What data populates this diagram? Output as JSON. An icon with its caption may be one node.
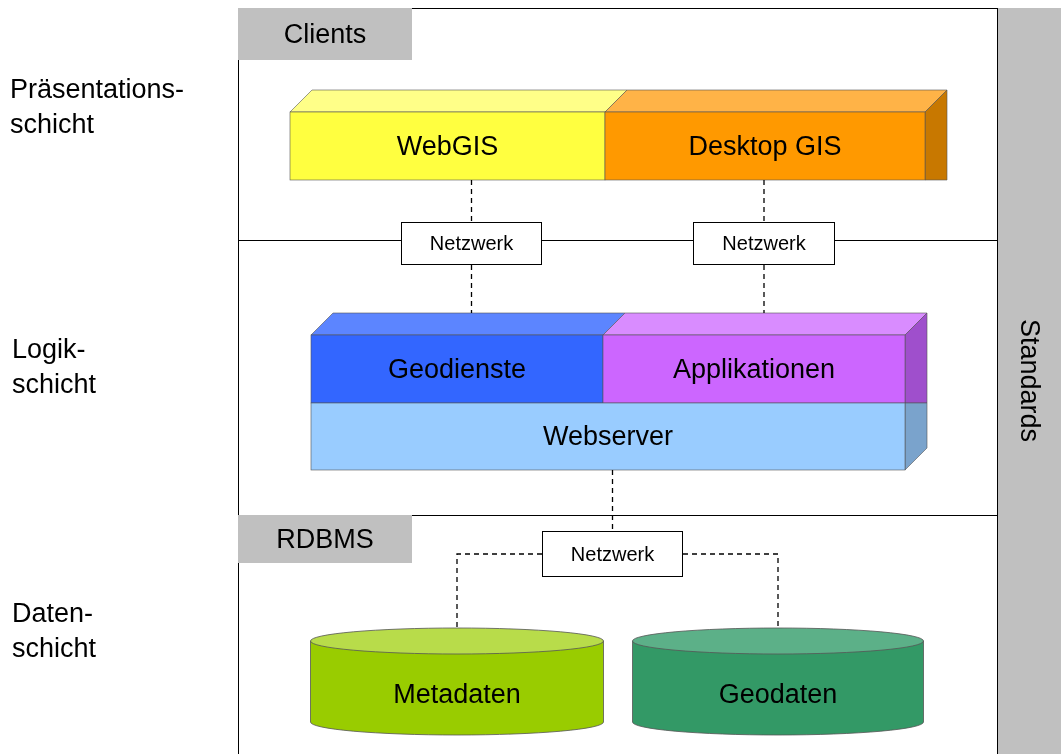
{
  "diagram": {
    "nodes": [
      {
        "text": [
          "Clients"
        ]
      },
      {
        "text": [
          "WebGIS"
        ]
      },
      {
        "text": [
          "Desktop GIS"
        ]
      },
      {
        "text": [
          "Netzwerk"
        ]
      },
      {
        "text": [
          "Netzwerk"
        ]
      },
      {
        "text": [
          "Geodienste"
        ]
      },
      {
        "text": [
          "Applikationen"
        ]
      },
      {
        "text": [
          "Webserver"
        ]
      },
      {
        "text": [
          "RDBMS"
        ]
      },
      {
        "text": [
          "Netzwerk"
        ]
      },
      {
        "text": [
          "Metadaten"
        ]
      },
      {
        "text": [
          "Geodaten"
        ]
      },
      {
        "text": [
          "Standards"
        ]
      }
    ],
    "edges": [
      {
        "from": 1,
        "to": 3,
        "arrow": "none",
        "style": "dashed"
      },
      {
        "from": 2,
        "to": 4,
        "arrow": "none",
        "style": "dashed"
      },
      {
        "from": 3,
        "to": 5,
        "arrow": "none",
        "style": "dashed"
      },
      {
        "from": 4,
        "to": 6,
        "arrow": "none",
        "style": "dashed"
      },
      {
        "from": 7,
        "to": 9,
        "arrow": "none",
        "style": "dashed"
      },
      {
        "from": 9,
        "to": 10,
        "arrow": "none",
        "style": "dashed"
      },
      {
        "from": 9,
        "to": 11,
        "arrow": "none",
        "style": "dashed"
      }
    ],
    "labels": [
      "Präsentations- schicht",
      "Logik- schicht",
      "Daten- schicht"
    ]
  }
}
